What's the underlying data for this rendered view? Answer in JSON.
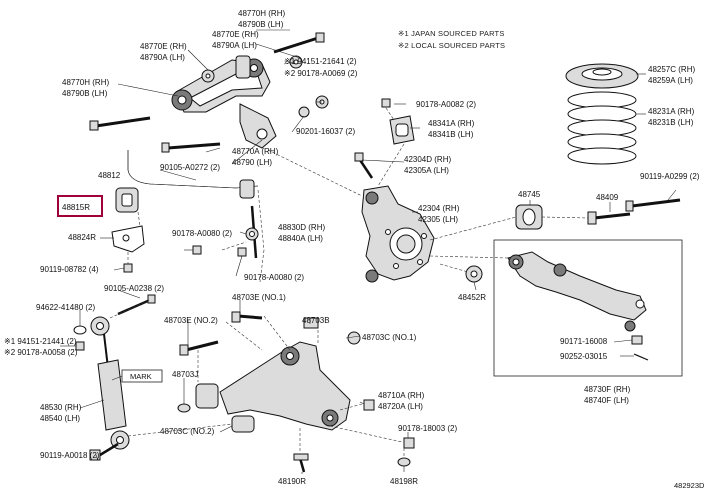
{
  "notes": {
    "n1": "※1 JAPAN SOURCED PARTS",
    "n2": "※2 LOCAL SOURCED PARTS"
  },
  "mark_label": "MARK",
  "highlight_part": "48815R",
  "drawing_number": "482923D",
  "labels": {
    "l_48770H_RH": "48770H (RH)",
    "l_48790B_LH_top": "48790B (LH)",
    "l_48770E_RH": "48770E (RH)",
    "l_48790A_LH_a": "48790A (LH)",
    "l_48770E_RH_b": "48770E (RH)",
    "l_48790A_LH_b": "48790A (LH)",
    "l_48770H_RH_b": "48770H (RH)",
    "l_48790B_LH_b": "48790B (LH)",
    "l_94151_21641": "※1 94151-21641 (2)",
    "l_90178_A0069": "※2 90178-A0069 (2)",
    "l_90201_16037": "90201-16037 (2)",
    "l_48770A_RH": "48770A (RH)",
    "l_48790_LH": "48790 (LH)",
    "l_90105_A0272": "90105-A0272 (2)",
    "l_48812": "48812",
    "l_48815R": "48815R",
    "l_48824R": "48824R",
    "l_90119_08782": "90119-08782 (4)",
    "l_90178_A0080_a": "90178-A0080 (2)",
    "l_48830D_RH": "48830D (RH)",
    "l_48840A_LH": "48840A (LH)",
    "l_90178_A0080_b": "90178-A0080 (2)",
    "l_90178_A0082": "90178-A0082 (2)",
    "l_48341A_RH": "48341A (RH)",
    "l_48341B_LH": "48341B (LH)",
    "l_42304D_RH": "42304D (RH)",
    "l_42305A_LH": "42305A (LH)",
    "l_42304_RH": "42304 (RH)",
    "l_42305_LH": "42305 (LH)",
    "l_48257C_RH": "48257C (RH)",
    "l_48259A_LH": "48259A (LH)",
    "l_48231A_RH": "48231A (RH)",
    "l_48231B_LH": "48231B (LH)",
    "l_90119_A0299": "90119-A0299 (2)",
    "l_48745": "48745",
    "l_48409": "48409",
    "l_48452R": "48452R",
    "l_90171_16008": "90171-16008",
    "l_90252_03015": "90252-03015",
    "l_48730F_RH": "48730F (RH)",
    "l_48740F_LH": "48740F (LH)",
    "l_90105_A0238": "90105-A0238 (2)",
    "l_94622_41480": "94622-41480 (2)",
    "l_94151_21441": "※1 94151-21441 (2)",
    "l_90178_A0058": "※2 90178-A0058 (2)",
    "l_48530_RH": "48530 (RH)",
    "l_48540_LH": "48540 (LH)",
    "l_90119_A0018": "90119-A0018 (2)",
    "l_48703E_NO1": "48703E (NO.1)",
    "l_48703E_NO2": "48703E (NO.2)",
    "l_48703B": "48703B",
    "l_48703C_NO1": "48703C (NO.1)",
    "l_48703J": "48703J",
    "l_48710A_RH": "48710A (RH)",
    "l_48720A_LH": "48720A (LH)",
    "l_48703C_NO2": "48703C (NO.2)",
    "l_90178_18003": "90178-18003 (2)",
    "l_48190R": "48190R",
    "l_48198R": "48198R"
  }
}
